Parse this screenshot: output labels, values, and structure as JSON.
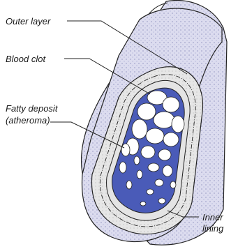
{
  "labels": {
    "outer_layer": "Outer layer",
    "blood_clot": "Blood clot",
    "fatty_deposit_line1": "Fatty deposit",
    "fatty_deposit_line2": "(atheroma)",
    "inner_lining_line1": "Inner",
    "inner_lining_line2": "lining"
  },
  "colors": {
    "outer_wall": "#dcdcef",
    "inner_lining": "#e2e2e2",
    "blood": "#4a5bb8",
    "clot": "#ffffff",
    "outline": "#222222"
  }
}
